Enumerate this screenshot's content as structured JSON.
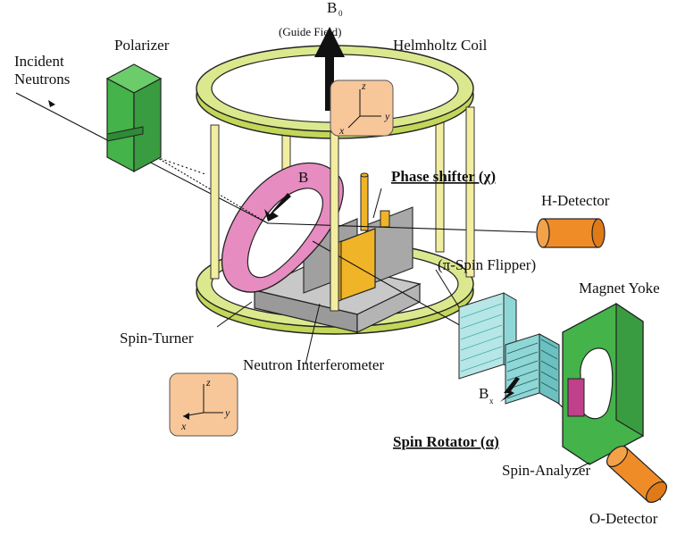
{
  "labels": {
    "incident_line1": "Incident",
    "incident_line2": "Neutrons",
    "polarizer": "Polarizer",
    "b0_main": "B",
    "b0_sub": "0",
    "guide_field": "(Guide Field)",
    "helmholtz": "Helmholtz Coil",
    "b_field": "B",
    "phase_shifter": "Phase shifter (χ)",
    "h_detector": "H-Detector",
    "pi_spin_flipper": "(π-Spin Flipper)",
    "magnet_yoke": "Magnet Yoke",
    "spin_turner": "Spin-Turner",
    "neutron_interferometer": "Neutron Interferometer",
    "bx_main": "B",
    "bx_sub": "x",
    "spin_rotator": "Spin Rotator (α)",
    "spin_analyzer": "Spin-Analyzer",
    "o_detector": "O-Detector"
  },
  "axes_top": {
    "z": "z",
    "x": "x",
    "y": "y"
  },
  "axes_bottom": {
    "z": "z",
    "x": "x",
    "y": "y"
  },
  "colors": {
    "ring": "#c2d65a",
    "ring_inner": "#dce88e",
    "post": "#f3eda0",
    "polarizer": "#44b34a",
    "spin_turner": "#e68cc0",
    "interferometer": "#a8a8a8",
    "phase_shifter": "#f0b428",
    "detector": "#f08c28",
    "spin_rotator": "#8fd6d6",
    "yoke": "#44b34a",
    "axis_box": "#f7c79a"
  }
}
